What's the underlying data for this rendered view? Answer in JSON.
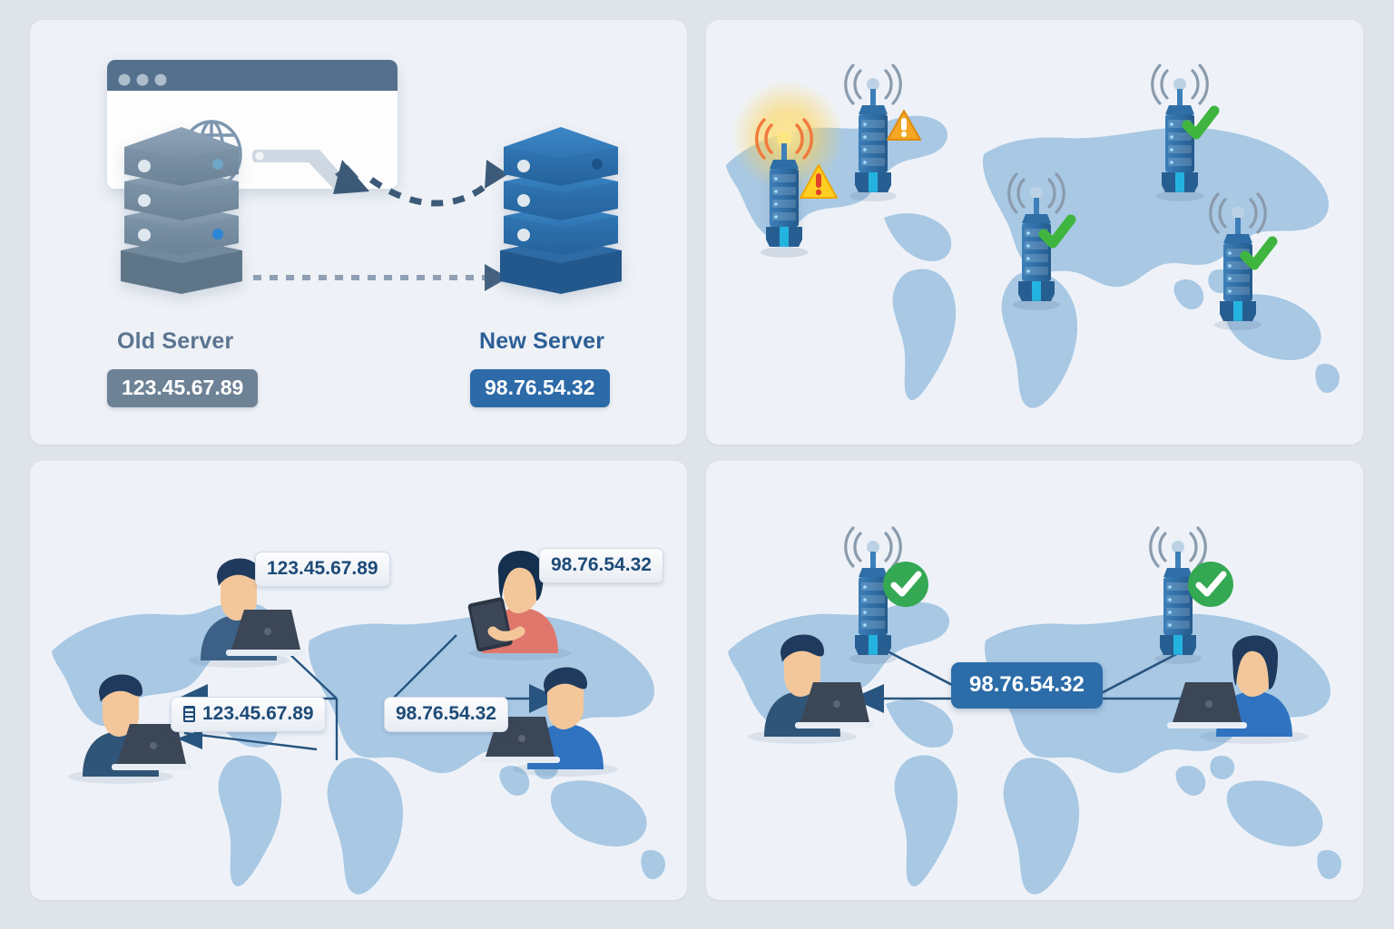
{
  "figure": {
    "background_color": "#dfe4ea",
    "panel_color": "#eef1f6",
    "map_land_color": "#a8c8e4",
    "accent_blue": "#2d6aa8",
    "accent_gray": "#6e8296",
    "ok_green": "#3fb53f",
    "warn_orange": "#f5a623",
    "warn_yellow": "#ffd021"
  },
  "panels": [
    {
      "id": "panel-migration",
      "browser_window": {
        "dot_count": 3,
        "globe_icon": "globe-icon",
        "pointer_icon": "arrow-pointer-icon"
      },
      "old_server": {
        "label": "Old Server",
        "ip": "123.45.67.89",
        "color": "#6e8296"
      },
      "new_server": {
        "label": "New Server",
        "ip": "98.76.54.32",
        "color": "#2d6aa8"
      },
      "arrows": [
        {
          "name": "browser-to-new-server",
          "style": "dashed-curved",
          "color": "#3c5a78"
        },
        {
          "name": "old-server-to-new-server",
          "style": "dashed-straight",
          "color": "#8e9fb4"
        }
      ]
    },
    {
      "id": "panel-dns-propagation",
      "towers": [
        {
          "name": "tower-north-america-warning",
          "status": "warning",
          "badge": "warning-triangle-icon",
          "badge_color": "#f5a623",
          "glow": false
        },
        {
          "name": "tower-usa-warning-glowing",
          "status": "warning",
          "badge": "warning-triangle-icon",
          "badge_color": "#ffd021",
          "glow": true
        },
        {
          "name": "tower-europe-ok",
          "status": "ok",
          "badge": "check-icon",
          "badge_color": "#3fb53f",
          "glow": false
        },
        {
          "name": "tower-north-asia-ok",
          "status": "ok",
          "badge": "check-icon",
          "badge_color": "#3fb53f",
          "glow": false
        },
        {
          "name": "tower-east-asia-ok",
          "status": "ok",
          "badge": "check-icon",
          "badge_color": "#3fb53f",
          "glow": false
        }
      ]
    },
    {
      "id": "panel-mixed-resolution",
      "users": [
        {
          "name": "user-top-left-laptop",
          "device": "laptop",
          "shirt": "#3d6186",
          "ip": "123.45.67.89"
        },
        {
          "name": "user-top-right-tablet",
          "device": "tablet",
          "shirt": "#e0776c",
          "ip": "98.76.54.32"
        },
        {
          "name": "user-bottom-left-laptop",
          "device": "laptop",
          "shirt": "#2f5578",
          "ip": "123.45.67.89"
        },
        {
          "name": "user-bottom-right-laptop",
          "device": "laptop",
          "shirt": "#2f72c0",
          "ip": "98.76.54.32"
        }
      ],
      "chips": [
        {
          "name": "ip-chip-old-top",
          "text": "123.45.67.89",
          "icon": null
        },
        {
          "name": "ip-chip-new-top",
          "text": "98.76.54.32",
          "icon": null
        },
        {
          "name": "ip-chip-old-bottom",
          "text": "123.45.67.89",
          "icon": "device-icon"
        },
        {
          "name": "ip-chip-new-bottom",
          "text": "98.76.54.32",
          "icon": null
        }
      ]
    },
    {
      "id": "panel-converged",
      "towers": [
        {
          "name": "tower-left-ok",
          "status": "ok",
          "badge": "check-icon",
          "badge_color": "#3fb53f"
        },
        {
          "name": "tower-right-ok",
          "status": "ok",
          "badge": "check-icon",
          "badge_color": "#3fb53f"
        }
      ],
      "users": [
        {
          "name": "user-left-laptop",
          "device": "laptop",
          "shirt": "#2f5578"
        },
        {
          "name": "user-right-laptop",
          "device": "laptop",
          "shirt": "#2f72c0"
        }
      ],
      "center_chip": {
        "name": "ip-chip-unified",
        "text": "98.76.54.32",
        "color": "#2c6ca8"
      }
    }
  ]
}
